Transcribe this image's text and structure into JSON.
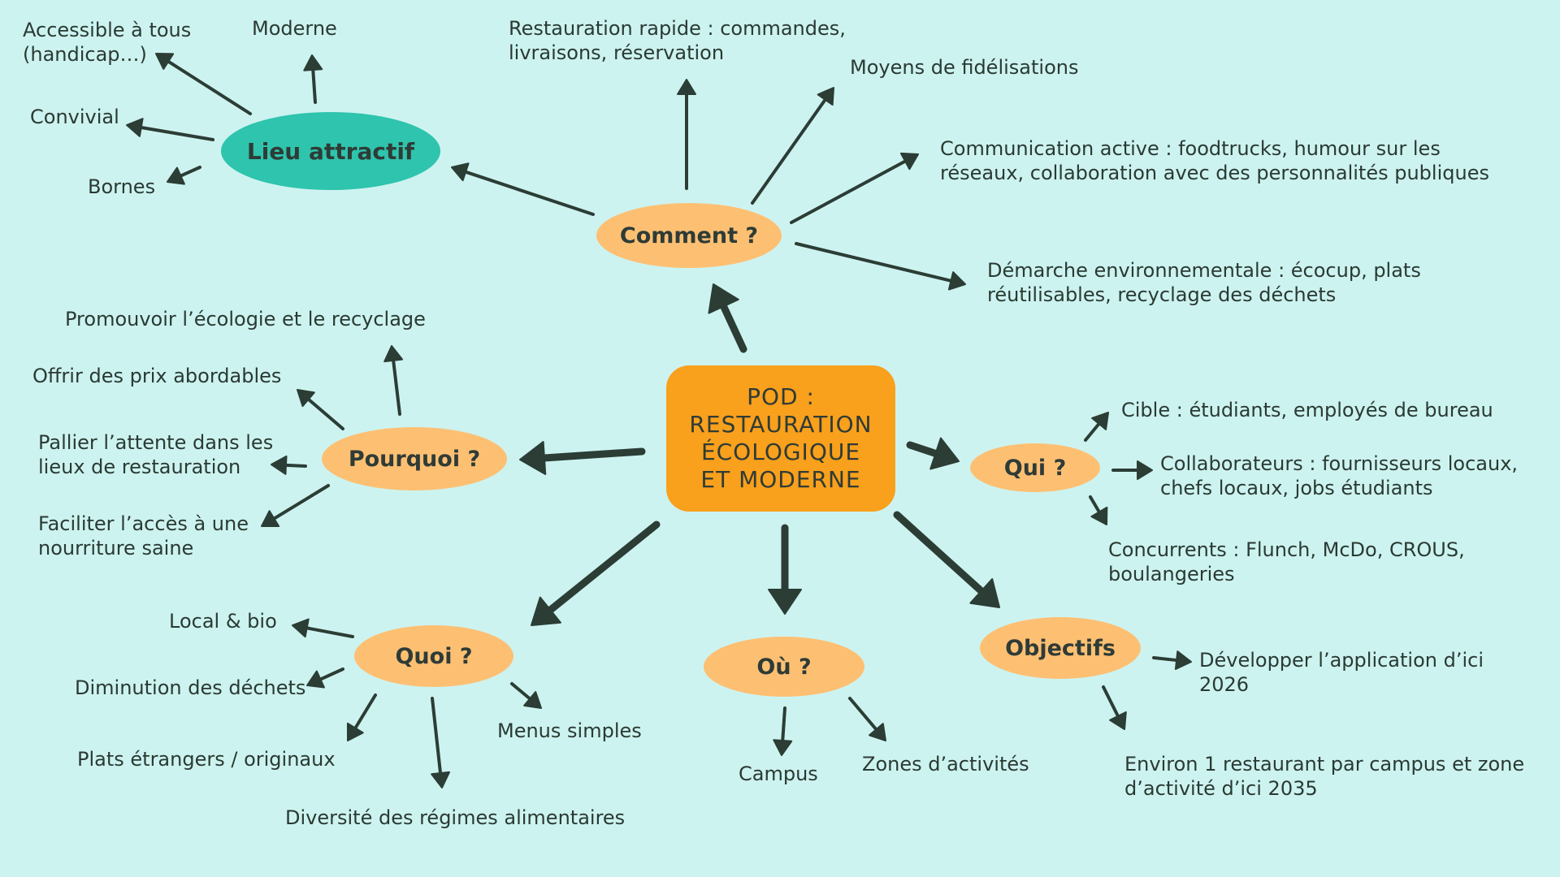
{
  "colors": {
    "background": "#cdf3f0",
    "center_node": "#f9a01c",
    "topic_node": "#fdc073",
    "accent_node": "#2ec4ad",
    "arrow": "#2b3d35"
  },
  "center": {
    "title": "POD : RESTAURATION ÉCOLOGIQUE ET MODERNE"
  },
  "nodes": {
    "comment": "Comment ?",
    "pourquoi": "Pourquoi ?",
    "quoi": "Quoi ?",
    "ou": "Où ?",
    "qui": "Qui ?",
    "objectifs": "Objectifs",
    "lieu": "Lieu attractif"
  },
  "lieu_items": {
    "accessible_1": "Accessible à tous",
    "accessible_2": "(handicap…)",
    "moderne": "Moderne",
    "convivial": "Convivial",
    "bornes": "Bornes"
  },
  "comment_items": {
    "restauration_1": "Restauration rapide : commandes,",
    "restauration_2": "livraisons, réservation",
    "fidelisation": "Moyens de fidélisations",
    "communication_1": "Communication active : foodtrucks, humour sur les",
    "communication_2": "réseaux, collaboration avec des personnalités publiques",
    "demarche_1": "Démarche environnementale : écocup, plats",
    "demarche_2": "réutilisables, recyclage des déchets"
  },
  "pourquoi_items": {
    "promouvoir": "Promouvoir l’écologie et le recyclage",
    "prix": "Offrir des prix abordables",
    "pallier_1": "Pallier l’attente dans les",
    "pallier_2": "lieux de restauration",
    "faciliter_1": "Faciliter l’accès à une",
    "faciliter_2": "nourriture saine"
  },
  "qui_items": {
    "cible": "Cible : étudiants, employés de bureau",
    "collab_1": "Collaborateurs : fournisseurs locaux,",
    "collab_2": "chefs locaux, jobs étudiants",
    "concurrents_1": "Concurrents : Flunch, McDo, CROUS,",
    "concurrents_2": "boulangeries"
  },
  "quoi_items": {
    "local": "Local & bio",
    "dechets": "Diminution des déchets",
    "plats": "Plats étrangers / originaux",
    "menus": "Menus simples",
    "diversite": "Diversité des régimes alimentaires"
  },
  "ou_items": {
    "campus": "Campus",
    "zones": "Zones d’activités"
  },
  "objectifs_items": {
    "app_1": "Développer l’application d’ici",
    "app_2": "2026",
    "restaurant_1": "Environ 1 restaurant par campus et zone",
    "restaurant_2": "d’activité d’ici 2035"
  }
}
